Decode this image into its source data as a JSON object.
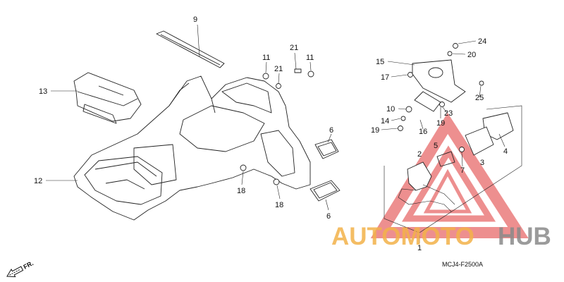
{
  "diagram": {
    "code": "MCJ4-F2500A",
    "front_marker": "FR.",
    "callouts": [
      {
        "id": "c9",
        "label": "9"
      },
      {
        "id": "c11a",
        "label": "11"
      },
      {
        "id": "c11b",
        "label": "11"
      },
      {
        "id": "c21a",
        "label": "21"
      },
      {
        "id": "c21b",
        "label": "21"
      },
      {
        "id": "c13",
        "label": "13"
      },
      {
        "id": "c12",
        "label": "12"
      },
      {
        "id": "c18a",
        "label": "18"
      },
      {
        "id": "c18b",
        "label": "18"
      },
      {
        "id": "c6a",
        "label": "6"
      },
      {
        "id": "c6b",
        "label": "6"
      },
      {
        "id": "c24",
        "label": "24"
      },
      {
        "id": "c20",
        "label": "20"
      },
      {
        "id": "c15",
        "label": "15"
      },
      {
        "id": "c17",
        "label": "17"
      },
      {
        "id": "c25",
        "label": "25"
      },
      {
        "id": "c10",
        "label": "10"
      },
      {
        "id": "c23",
        "label": "23"
      },
      {
        "id": "c14",
        "label": "14"
      },
      {
        "id": "c19a",
        "label": "19"
      },
      {
        "id": "c19b",
        "label": "19"
      },
      {
        "id": "c16",
        "label": "16"
      },
      {
        "id": "c4",
        "label": "4"
      },
      {
        "id": "c2",
        "label": "2"
      },
      {
        "id": "c5",
        "label": "5"
      },
      {
        "id": "c3",
        "label": "3"
      },
      {
        "id": "c7",
        "label": "7"
      },
      {
        "id": "c1",
        "label": "1"
      }
    ]
  },
  "watermark": {
    "part1": "AUTOMOTO",
    "part2": "HUB",
    "color_primary": "#f3b24a",
    "color_secondary": "#8a8a8a",
    "triangle_color": "#e86a6a"
  }
}
